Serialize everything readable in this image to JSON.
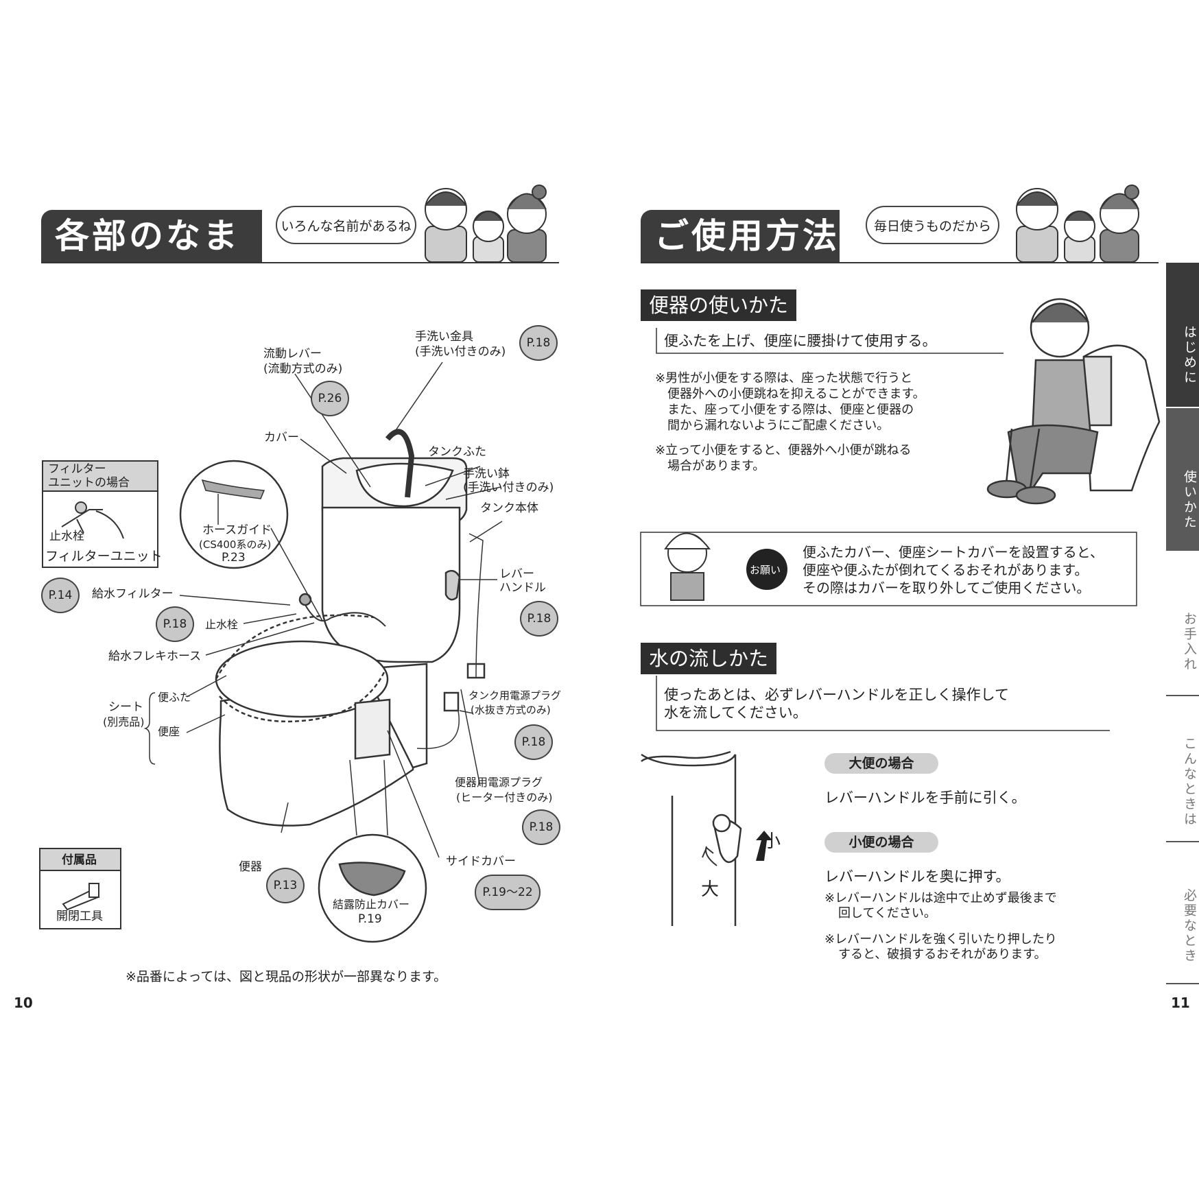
{
  "left": {
    "title": "各部のなまえ",
    "speech": "いろんな名前があるね",
    "filter_box": {
      "title_l1": "フィルター",
      "title_l2": "ユニットの場合",
      "label_valve": "止水栓",
      "label_unit": "フィルターユニット"
    },
    "accessory_box": {
      "title": "付属品",
      "label": "開閉工具"
    },
    "labels": {
      "flow_lever_l1": "流動レバー",
      "flow_lever_l2": "(流動方式のみ)",
      "faucet_l1": "手洗い金具",
      "faucet_l2": "(手洗い付きのみ)",
      "cover": "カバー",
      "tank_lid": "タンクふた",
      "basin_l1": "手洗い鉢",
      "basin_l2": "(手洗い付きのみ)",
      "tank_body": "タンク本体",
      "hose_guide_l1": "ホースガイド",
      "hose_guide_l2": "(CS400系のみ)",
      "hose_guide_l3": "P.23",
      "lever_l1": "レバー",
      "lever_l2": "ハンドル",
      "supply_filter": "給水フィルター",
      "stop_valve": "止水栓",
      "flex_hose": "給水フレキホース",
      "lid": "便ふた",
      "seat_l1": "シート",
      "seat_l2": "(別売品)",
      "seat": "便座",
      "tank_plug_l1": "タンク用電源プラグ",
      "tank_plug_l2": "(水抜き方式のみ)",
      "bowl_plug_l1": "便器用電源プラグ",
      "bowl_plug_l2": "(ヒーター付きのみ)",
      "bowl": "便器",
      "side_cover": "サイドカバー",
      "condensation_l1": "結露防止カバー",
      "condensation_l2": "P.19"
    },
    "refs": {
      "faucet": "P.18",
      "flow_lever": "P.26",
      "lever": "P.18",
      "supply_filter": "P.14",
      "stop_valve": "P.18",
      "tank_plug": "P.18",
      "bowl_plug": "P.18",
      "bowl": "P.13",
      "side_cover": "P.19〜22"
    },
    "footnote": "※品番によっては、図と現品の形状が一部異なります。",
    "page_number": "10"
  },
  "right": {
    "title": "ご使用方法",
    "speech": "毎日使うものだから",
    "section1": {
      "heading": "便器の使いかた",
      "lead": "便ふたを上げ、便座に腰掛けて使用する。",
      "note1_l1": "※男性が小便をする際は、座った状態で行うと",
      "note1_l2": "便器外への小便跳ねを抑えることができます。",
      "note1_l3": "また、座って小便をする際は、便座と便器の",
      "note1_l4": "間から漏れないようにご配慮ください。",
      "note2_l1": "※立って小便をすると、便器外へ小便が跳ねる",
      "note2_l2": "場合があります。"
    },
    "request": {
      "badge": "お願い",
      "l1": "便ふたカバー、便座シートカバーを設置すると、",
      "l2": "便座や便ふたが倒れてくるおそれがあります。",
      "l3": "その際はカバーを取り外してご使用ください。"
    },
    "section2": {
      "heading": "水の流しかた",
      "lead_l1": "使ったあとは、必ずレバーハンドルを正しく操作して",
      "lead_l2": "水を流してください。",
      "large_pill": "大便の場合",
      "large_text": "レバーハンドルを手前に引く。",
      "small_pill": "小便の場合",
      "small_text": "レバーハンドルを奥に押す。",
      "note1_l1": "※レバーハンドルは途中で止めず最後まで",
      "note1_l2": "回してください。",
      "note2_l1": "※レバーハンドルを強く引いたり押したり",
      "note2_l2": "すると、破損するおそれがあります。",
      "label_small": "小",
      "label_large": "大"
    },
    "tabs": [
      "はじめに",
      "使いかた",
      "お手入れ",
      "こんなときは",
      "必要なとき"
    ],
    "page_number": "11"
  }
}
